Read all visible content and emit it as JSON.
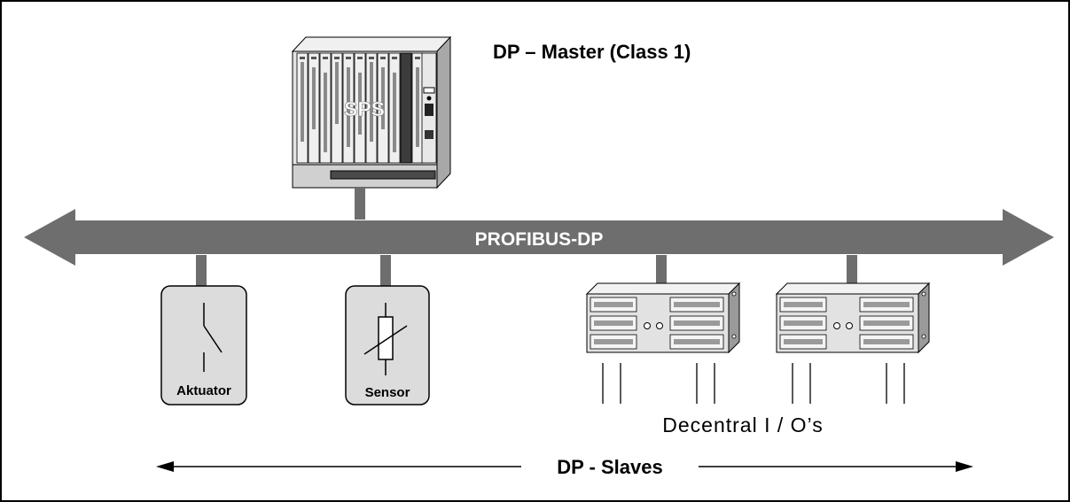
{
  "master": {
    "title": "DP – Master (Class 1)",
    "plc_label": "SPS"
  },
  "bus": {
    "label": "PROFIBUS-DP"
  },
  "devices": {
    "actuator_label": "Aktuator",
    "sensor_label": "Sensor"
  },
  "io": {
    "caption": "Decentral I / O’s"
  },
  "slaves": {
    "label": "DP - Slaves"
  },
  "colors": {
    "bus": "#6e6e6e",
    "device_fill": "#dcdcdc",
    "rack_fill": "#e2e2e2",
    "line": "#000000"
  }
}
